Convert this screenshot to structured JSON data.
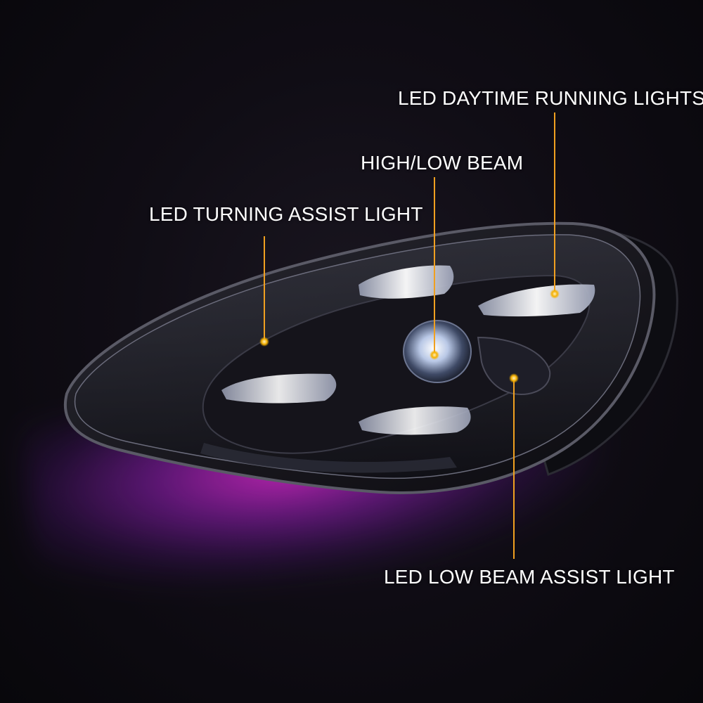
{
  "labels": {
    "daytime_running": "LED DAYTIME RUNNING LIGHTS",
    "high_low_beam": "HIGH/LOW BEAM",
    "turning_assist": "LED TURNING ASSIST LIGHT",
    "low_beam_assist": "LED LOW BEAM ASSIST LIGHT"
  },
  "colors": {
    "background": "#0b0910",
    "leader_line": "#f0a020",
    "underglow": "#c42fd0",
    "label_text": "#ffffff"
  }
}
